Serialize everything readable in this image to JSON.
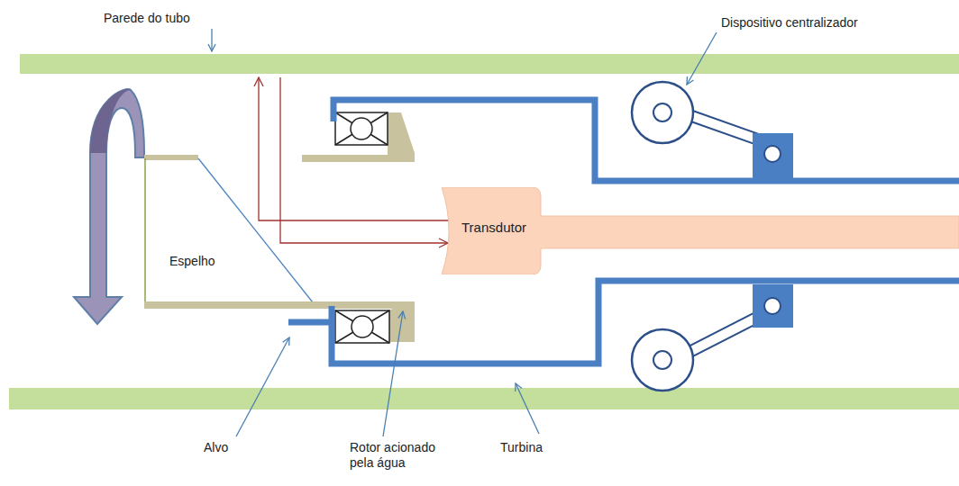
{
  "diagram": {
    "nodes": [
      {
        "text": [
          "Transdutor"
        ]
      }
    ],
    "labels": [
      "Parede do tubo",
      "Dispositivo centralizador",
      "Espelho",
      "Alvo",
      "Rotor acionado pela água",
      "Turbina"
    ]
  }
}
